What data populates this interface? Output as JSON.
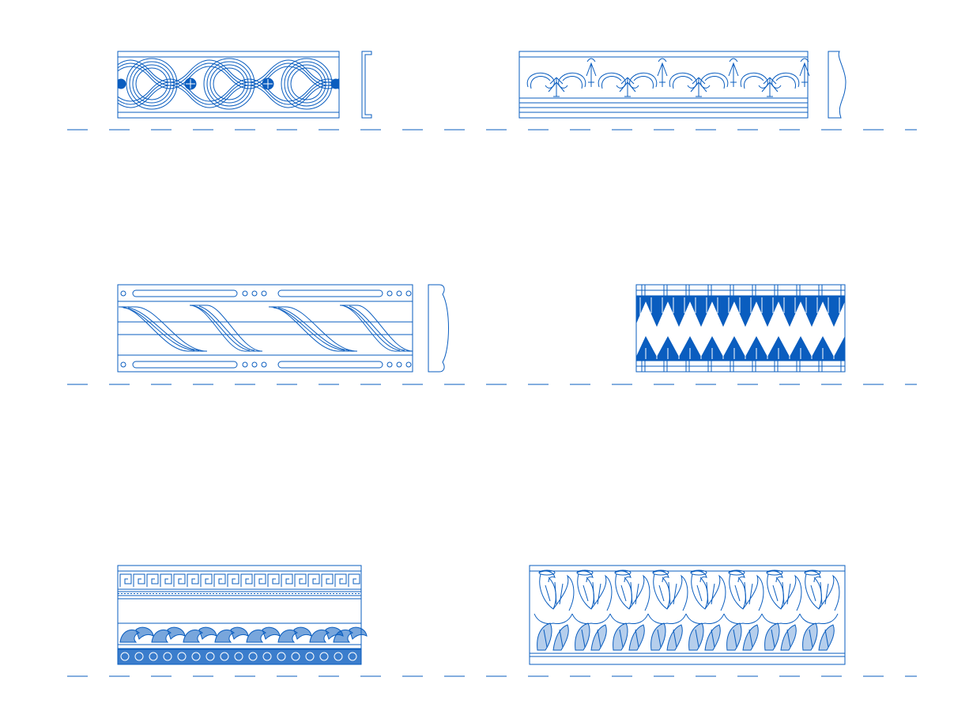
{
  "drawing": {
    "line_color": "#0a5dbf",
    "fill_color": "#0a5dbf",
    "background": "#ffffff",
    "rows": [
      {
        "name": "row-1",
        "items": [
          {
            "name": "guilloche-circles-molding",
            "pattern": "interlaced-circles",
            "has_profile": true,
            "profile": "flat-bracket"
          },
          {
            "name": "anthemion-scroll-molding",
            "pattern": "palmette-scrolls",
            "has_profile": true,
            "profile": "ogee"
          }
        ]
      },
      {
        "name": "row-2",
        "items": [
          {
            "name": "twisted-rope-molding",
            "pattern": "rope-twist",
            "has_profile": true,
            "profile": "cove"
          },
          {
            "name": "zigzag-chevron-band",
            "pattern": "chevron",
            "has_profile": false
          }
        ]
      },
      {
        "name": "row-3",
        "items": [
          {
            "name": "greek-key-foliage-band",
            "pattern": "meander-and-leaves",
            "has_profile": false
          },
          {
            "name": "acanthus-leaf-frieze",
            "pattern": "acanthus",
            "has_profile": false
          }
        ]
      }
    ]
  }
}
